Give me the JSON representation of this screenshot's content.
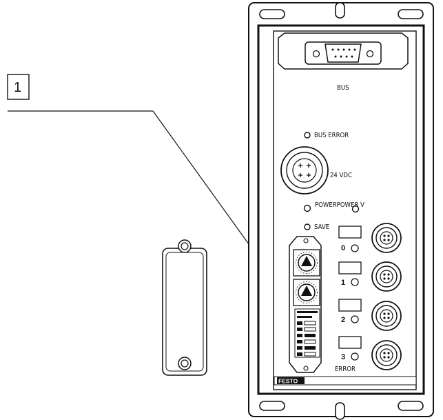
{
  "callout": {
    "number": "1"
  },
  "labels": {
    "bus": "BUS",
    "bus_error": "BUS ERROR",
    "voltage": "24 VDC",
    "power": "POWERPOWER V",
    "save": "SAVE",
    "error": "ERROR",
    "brand": "FESTO"
  },
  "channels": [
    "0",
    "1",
    "2",
    "3"
  ]
}
